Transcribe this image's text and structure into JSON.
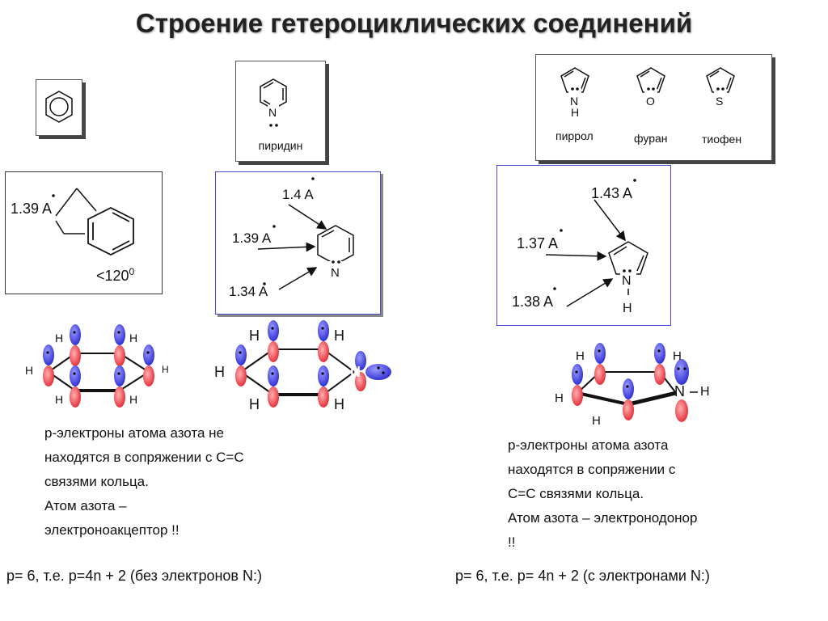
{
  "title": "Строение гетероциклических соединений",
  "labels": {
    "pyridine": "пиридин",
    "pyrrole": "пиррол",
    "furan": "фуран",
    "thiophene": "тиофен"
  },
  "atoms": {
    "N": "N",
    "H": "H",
    "O": "O",
    "S": "S"
  },
  "benzene_box": {
    "bond": "1.39 A",
    "angle": "<120",
    "angle_sup": "0"
  },
  "pyridine_box": {
    "bond1": "1.4 A",
    "bond2": "1.39 A",
    "bond3": "1.34 A"
  },
  "pyrrole_box": {
    "bond1": "1.43 A",
    "bond2": "1.37 A",
    "bond3": "1.38 A"
  },
  "left_text": [
    "р-электроны атома азота не",
    "находятся  в сопряжении с С=С",
    "связями кольца.",
    "Атом азота –",
    "электроноакцептор !!"
  ],
  "right_text": [
    "р-электроны атома азота",
    "находятся  в сопряжении с",
    "С=С связями кольца.",
    "Атом азота – электронодонор",
    "!!"
  ],
  "bottom_left": "р= 6, т.е. р=4n + 2 (без электронов N:)",
  "bottom_right": "р= 6, т.е. р= 4n + 2 (с электронами N:)",
  "colors": {
    "lobe_top": "#3b3bd8",
    "lobe_bottom": "#e0303a",
    "box_blue": "#4a4ad8"
  }
}
